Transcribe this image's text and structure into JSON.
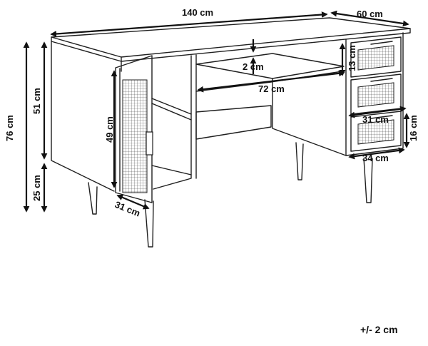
{
  "dimensions": {
    "width": "140 cm",
    "depth": "60 cm",
    "top_gap": "2 cm",
    "drawer_height": "13 cm",
    "inner_width": "72 cm",
    "door_height": "49 cm",
    "total_height": "76 cm",
    "side_height": "51 cm",
    "leg_height": "25 cm",
    "door_width": "31 cm",
    "drawer_front_width": "31 cm",
    "drawer_depth": "34 cm",
    "drawer_front_height": "16 cm"
  },
  "tolerance": "+/- 2 cm",
  "colors": {
    "line": "#1f1f1f",
    "background": "#ffffff"
  }
}
